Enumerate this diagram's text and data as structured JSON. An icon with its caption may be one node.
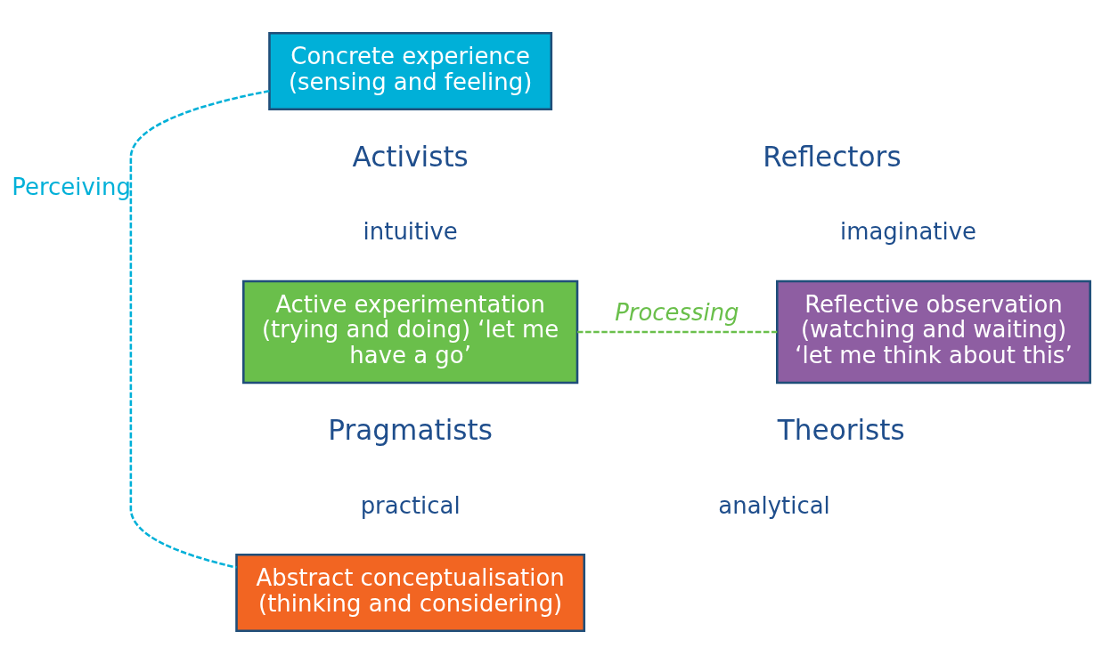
{
  "diagram": {
    "nodes": [
      {
        "text": [
          "Concrete experience (sensing and feeling)"
        ]
      },
      {
        "text": [
          "Active experimentation (trying and doing) ‘let me have a go’"
        ]
      },
      {
        "text": [
          "Reflective observation (watching and waiting) ‘let me think about this’"
        ]
      },
      {
        "text": [
          "Abstract conceptualisation (thinking and considering)"
        ]
      }
    ],
    "edges": [
      {
        "from": 0,
        "to": 3,
        "arrow": "none",
        "label": "Perceiving",
        "style": "dashed",
        "color": "#00b0d8"
      },
      {
        "from": 1,
        "to": 2,
        "arrow": "none",
        "label": "Processing",
        "style": "dashed",
        "color": "#6abf4b"
      }
    ],
    "labels": [
      "Activists",
      "intuitive",
      "Reflectors",
      "imaginative",
      "Pragmatists",
      "practical",
      "Theorists",
      "analytical"
    ]
  }
}
